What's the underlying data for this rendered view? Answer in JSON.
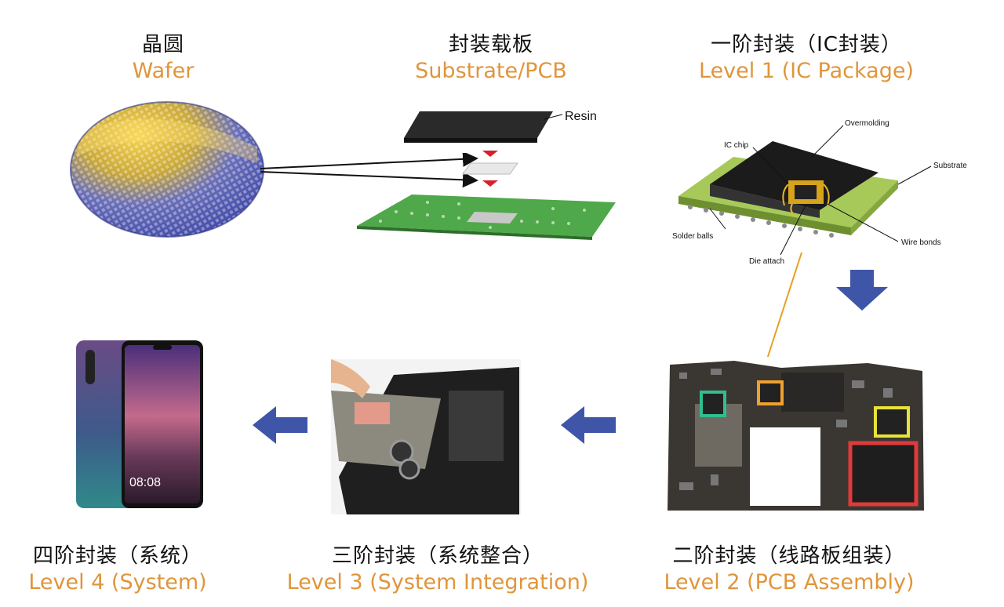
{
  "stages": {
    "wafer": {
      "cn": "晶圆",
      "en": "Wafer"
    },
    "substrate": {
      "cn": "封装载板",
      "en": "Substrate/PCB"
    },
    "level1": {
      "cn": "一阶封装（IC封装）",
      "en": "Level 1 (IC Package)"
    },
    "level2": {
      "cn": "二阶封装（线路板组装）",
      "en": "Level 2 (PCB Assembly)"
    },
    "level3": {
      "cn": "三阶封装（系统整合）",
      "en": "Level 3 (System Integration)"
    },
    "level4": {
      "cn": "四阶封装（系统）",
      "en": "Level 4 (System)"
    }
  },
  "substrate_callouts": {
    "resin": "Resin"
  },
  "ic_callouts": {
    "overmolding": "Overmolding",
    "ic_chip": "IC chip",
    "substrate": "Substrate",
    "solder_balls": "Solder balls",
    "wire_bonds": "Wire bonds",
    "die_attach": "Die attach"
  },
  "phone_screen": {
    "time": "08:08"
  },
  "colors": {
    "english_label": "#e0953b",
    "flow_arrow": "#3f56a8",
    "pointer_line": "#e8a020",
    "highlight_green": "#2fbf8f",
    "highlight_orange": "#f0a030",
    "highlight_yellow": "#e8e23a",
    "highlight_red": "#e03a3a"
  },
  "icons": [
    "down-arrow-icon",
    "left-arrow-icon"
  ]
}
